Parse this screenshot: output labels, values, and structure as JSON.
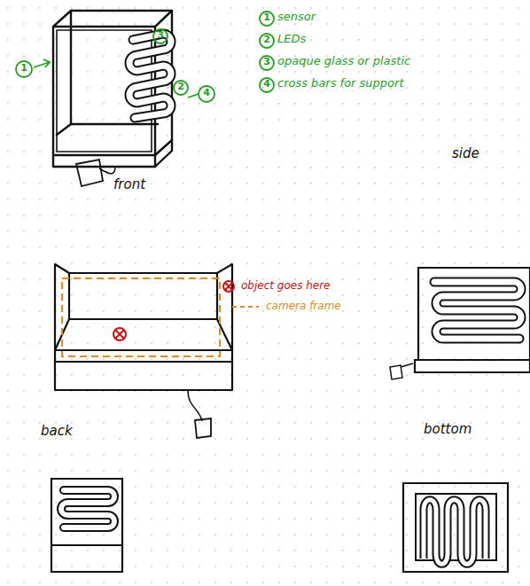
{
  "diagram": {
    "labels": [
      "1",
      "3",
      "2",
      "4",
      "1",
      "sensor",
      "2",
      "LEDs",
      "3",
      "opaque glass or plastic",
      "4",
      "cross bars for support",
      "front",
      "side",
      "back",
      "bottom"
    ],
    "legend": [
      {
        "text": "object goes here"
      },
      {
        "text": "camera frame"
      }
    ]
  }
}
